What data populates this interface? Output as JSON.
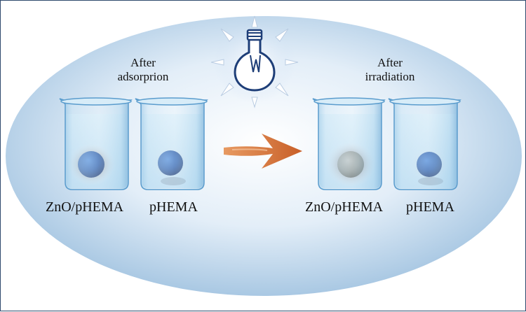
{
  "figure": {
    "left_caption": "After\nadsorprion",
    "right_caption": "After\nirradiation",
    "labels": {
      "zno_before": "ZnO/pHEMA",
      "phema_before": "pHEMA",
      "zno_after": "ZnO/pHEMA",
      "phema_after": "pHEMA"
    }
  },
  "colors": {
    "background_ellipse": "#a9c8e3",
    "arrow": "#d9703a",
    "dye_blue": "#1d52a6",
    "bleached_bead": "#8a928f",
    "zno_coating": "#c9cdd3",
    "beaker_glass": "#9bcbe8",
    "bulb_glow": "#cfe0f4",
    "frame": "#2f4a6d"
  },
  "icons": [
    "light-bulb-icon",
    "arrow-icon",
    "beaker-icon"
  ]
}
